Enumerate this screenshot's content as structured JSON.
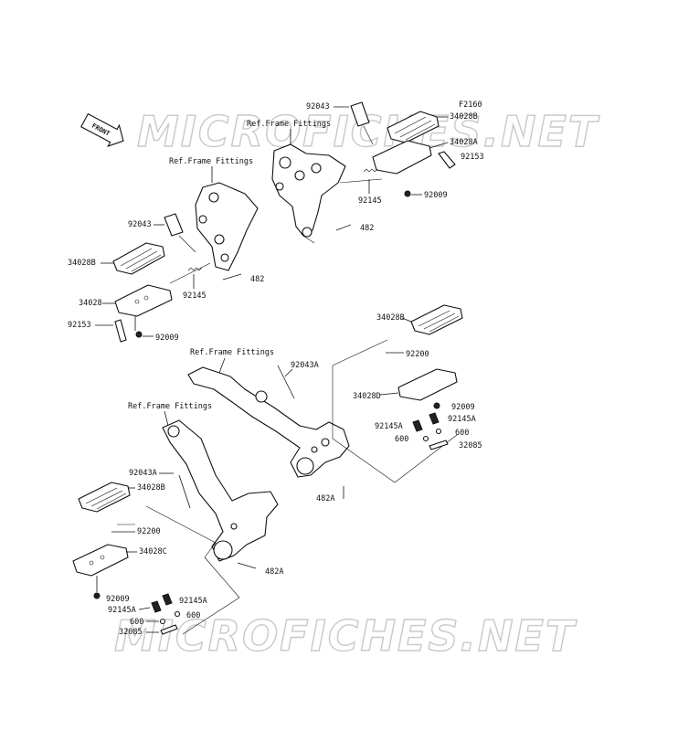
{
  "figure_code": "F2160",
  "front_label": "FRONT",
  "watermark_text": "MICROFICHES.NET",
  "ref_label": "Ref.Frame Fittings",
  "labels": {
    "p92043_top": "92043",
    "p34028b_top": "34028B",
    "p34028a": "34028A",
    "p92153_top": "92153",
    "p92145_top": "92145",
    "p92009_top": "92009",
    "p482_top": "482",
    "p92043_left": "92043",
    "p482_left": "482",
    "p34028b_left": "34028B",
    "p92145_left": "92145",
    "p34028": "34028",
    "p92153_left": "92153",
    "p92009_left": "92009",
    "p34028b_right": "34028B",
    "p92200_right": "92200",
    "p92043a_mid": "92043A",
    "p34028d": "34028D",
    "p92009_right": "92009",
    "p92145a_right1": "92145A",
    "p92145a_right2": "92145A",
    "p600_right1": "600",
    "p600_right2": "600",
    "p32085_right": "32085",
    "p482a_mid": "482A",
    "p92043a_left": "92043A",
    "p34028b_bottom": "34028B",
    "p92200_left": "92200",
    "p34028c": "34028C",
    "p482a_bottom": "482A",
    "p92009_bottom": "92009",
    "p92145a_b1": "92145A",
    "p92145a_b2": "92145A",
    "p600_b1": "600",
    "p600_b2": "600",
    "p32085_bottom": "32085"
  }
}
